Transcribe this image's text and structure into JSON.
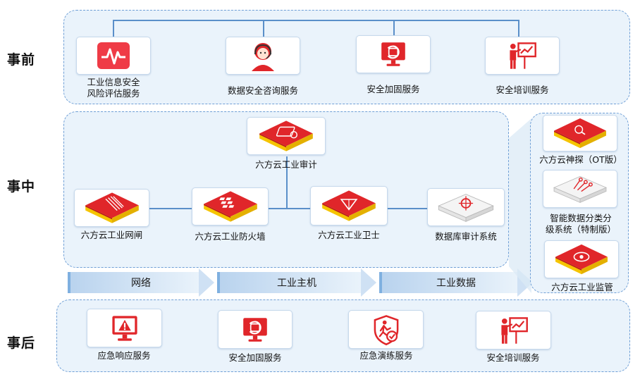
{
  "phases": {
    "before": "事前",
    "during": "事中",
    "after": "事后"
  },
  "before_items": [
    {
      "label_lines": [
        "工业信息安全",
        "风险评估服务"
      ],
      "icon": "pulse-chart-icon"
    },
    {
      "label": "数据安全咨询服务",
      "icon": "support-agent-icon"
    },
    {
      "label": "安全加固服务",
      "icon": "monitor-reinforce-icon"
    },
    {
      "label": "安全培训服务",
      "icon": "training-presenter-icon"
    }
  ],
  "during_items": {
    "audit": "六方云工业审计",
    "gateway": "六方云工业网闸",
    "firewall": "六方云工业防火墙",
    "guard": "六方云工业卫士",
    "db_audit": "数据库审计系统"
  },
  "side_items": {
    "probe": "六方云神探（OT版）",
    "classify_lines": [
      "智能数据分类分",
      "级系统（特制版）"
    ],
    "monitor": "六方云工业监管"
  },
  "flow": [
    "网络",
    "工业主机",
    "工业数据"
  ],
  "after_items": [
    {
      "label": "应急响应服务",
      "icon": "monitor-alert-icon"
    },
    {
      "label": "安全加固服务",
      "icon": "monitor-reinforce-icon"
    },
    {
      "label": "应急演练服务",
      "icon": "shield-runner-icon"
    },
    {
      "label": "安全培训服务",
      "icon": "training-presenter-icon"
    }
  ],
  "colors": {
    "accent_red": "#e0262a",
    "device_yellow": "#f5c400",
    "line_blue": "#5a8fc9",
    "panel_bg": "#eaf3fb"
  }
}
